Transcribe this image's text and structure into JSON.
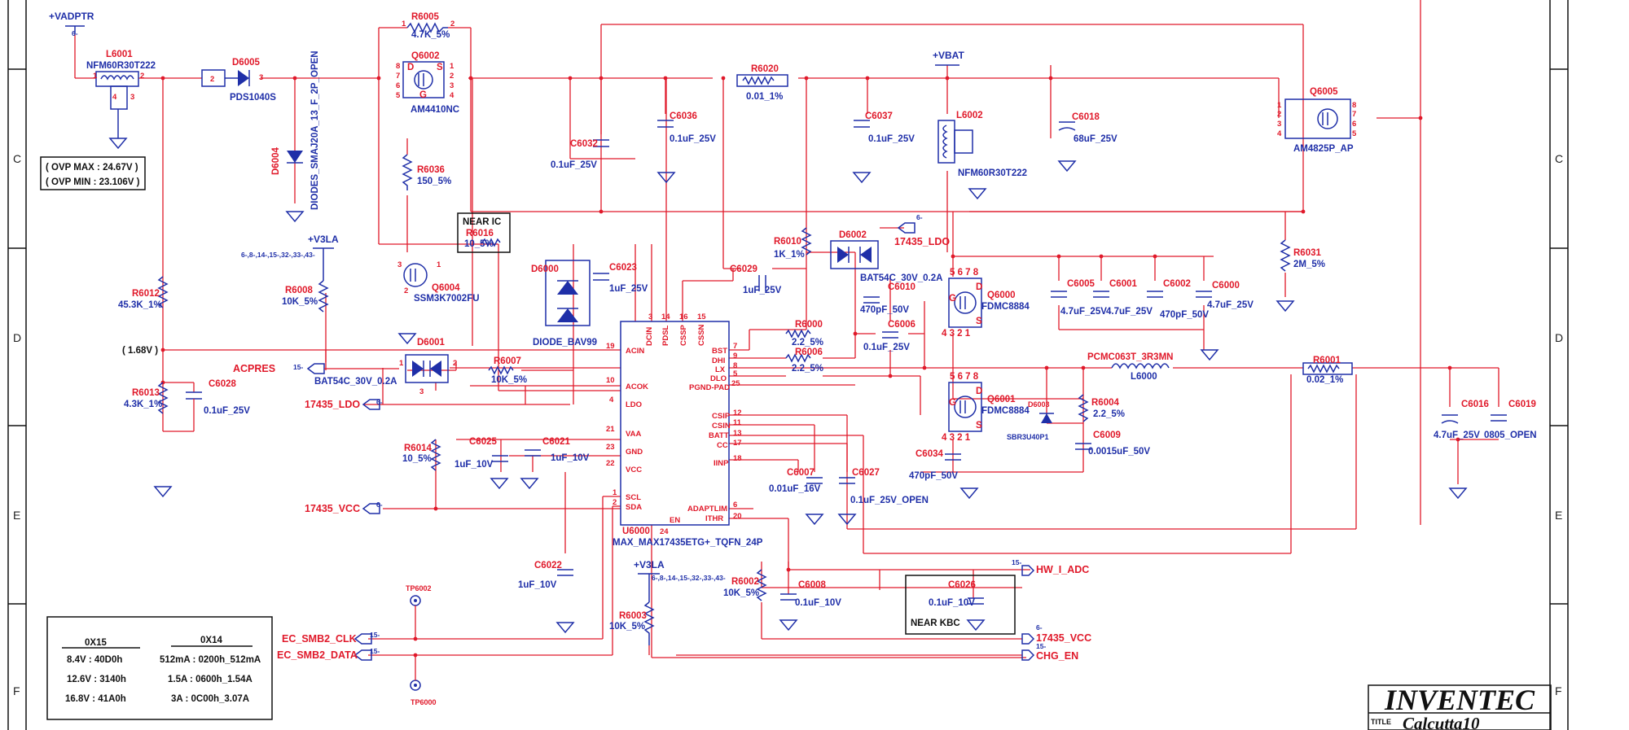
{
  "frame": {
    "zones_left": [
      "C",
      "D",
      "E",
      "F"
    ],
    "zones_right": [
      "C",
      "D",
      "E",
      "F"
    ]
  },
  "ovp": {
    "max": "( OVP MAX : 24.67V )",
    "min": "( OVP MIN : 23.106V )"
  },
  "nets": {
    "vadptr": "+VADPTR",
    "vbat": "+VBAT",
    "v3la_1": "+V3LA",
    "v3la_2": "+V3LA",
    "v3la_1_refs": "6-,8-,14-,15-,32-,33-,43-",
    "v3la_2_refs": "6-,8-,14-,15-,32-,33-,43-",
    "acpres": "ACPRES",
    "ldo": "17435_LDO",
    "vcc": "17435_VCC",
    "ldo2": "17435_LDO",
    "smb_clk": "EC_SMB2_CLK",
    "smb_data": "EC_SMB2_DATA",
    "hw_adc": "HW_I_ADC",
    "vcc2": "17435_VCC",
    "chg_en": "CHG_EN",
    "v168": "( 1.68V )"
  },
  "offpage": {
    "vadptr": "6-",
    "acpres": "15-",
    "ldo": "6-",
    "vcc": "6-",
    "smb_clk": "15-",
    "smb_data": "15-",
    "ldo2": "6-",
    "hw_adc": "15-",
    "vcc2": "6-",
    "chg_en": "15-"
  },
  "components": {
    "L6001": {
      "ref": "L6001",
      "val": "NFM60R30T222"
    },
    "D6005": {
      "ref": "D6005",
      "val": "PDS1040S"
    },
    "D6004": {
      "ref": "D6004",
      "val": "DIODES_SMAJ20A_13_F_2P_OPEN"
    },
    "R6005": {
      "ref": "R6005",
      "val": "4.7K_5%"
    },
    "Q6002": {
      "ref": "Q6002",
      "val": "AM4410NC"
    },
    "R6036": {
      "ref": "R6036",
      "val": "150_5%"
    },
    "R6016": {
      "ref": "R6016",
      "val": "10_5%",
      "note": "NEAR IC"
    },
    "Q6004": {
      "ref": "Q6004",
      "val": "SSM3K7002FU"
    },
    "R6012": {
      "ref": "R6012",
      "val": "45.3K_1%"
    },
    "R6013": {
      "ref": "R6013",
      "val": "4.3K_1%"
    },
    "C6028": {
      "ref": "C6028",
      "val": "0.1uF_25V"
    },
    "R6008": {
      "ref": "R6008",
      "val": "10K_5%"
    },
    "D6001": {
      "ref": "D6001",
      "val": "BAT54C_30V_0.2A"
    },
    "R6007": {
      "ref": "R6007",
      "val": "10K_5%"
    },
    "R6014": {
      "ref": "R6014",
      "val": "10_5%"
    },
    "C6025": {
      "ref": "C6025",
      "val": "1uF_10V"
    },
    "C6021": {
      "ref": "C6021",
      "val": "1uF_10V"
    },
    "C6022": {
      "ref": "C6022",
      "val": "1uF_10V"
    },
    "R6003": {
      "ref": "R6003",
      "val": "10K_5%"
    },
    "C6032": {
      "ref": "C6032",
      "val": "0.1uF_25V"
    },
    "C6036": {
      "ref": "C6036",
      "val": "0.1uF_25V"
    },
    "R6020": {
      "ref": "R6020",
      "val": "0.01_1%"
    },
    "D6000": {
      "ref": "D6000",
      "val": "DIODE_BAV99"
    },
    "C6023": {
      "ref": "C6023",
      "val": "1uF_25V"
    },
    "C6029": {
      "ref": "C6029",
      "val": "1uF_25V"
    },
    "C6037": {
      "ref": "C6037",
      "val": "0.1uF_25V"
    },
    "L6002": {
      "ref": "L6002",
      "val": "NFM60R30T222"
    },
    "C6018": {
      "ref": "C6018",
      "val": "68uF_25V"
    },
    "Q6005": {
      "ref": "Q6005",
      "val": "AM4825P_AP"
    },
    "R6010": {
      "ref": "R6010",
      "val": "1K_1%"
    },
    "D6002": {
      "ref": "D6002",
      "val": "BAT54C_30V_0.2A"
    },
    "C6010": {
      "ref": "C6010",
      "val": "470pF_50V"
    },
    "C6006": {
      "ref": "C6006",
      "val": "0.1uF_25V"
    },
    "R6000": {
      "ref": "R6000",
      "val": "2.2_5%"
    },
    "R6006": {
      "ref": "R6006",
      "val": "2.2_5%"
    },
    "Q6000": {
      "ref": "Q6000",
      "val": "FDMC8884"
    },
    "Q6001": {
      "ref": "Q6001",
      "val": "FDMC8884"
    },
    "C6005": {
      "ref": "C6005",
      "val": "4.7uF_25V"
    },
    "C6001": {
      "ref": "C6001",
      "val": "4.7uF_25V"
    },
    "C6002": {
      "ref": "C6002",
      "val": "470pF_50V"
    },
    "C6000": {
      "ref": "C6000",
      "val": "4.7uF_25V"
    },
    "R6031": {
      "ref": "R6031",
      "val": "2M_5%"
    },
    "L6000": {
      "ref": "L6000",
      "val": "PCMC063T_3R3MN"
    },
    "R6001": {
      "ref": "R6001",
      "val": "0.02_1%"
    },
    "D6003": {
      "ref": "D6003",
      "val": "SBR3U40P1"
    },
    "R6004": {
      "ref": "R6004",
      "val": "2.2_5%"
    },
    "C6009": {
      "ref": "C6009",
      "val": "0.0015uF_50V"
    },
    "C6034": {
      "ref": "C6034",
      "val": "470pF_50V"
    },
    "C6016": {
      "ref": "C6016",
      "val": "4.7uF_25V"
    },
    "C6019": {
      "ref": "C6019",
      "val": "0805_OPEN"
    },
    "C6007": {
      "ref": "C6007",
      "val": "0.01uF_16V"
    },
    "C6027": {
      "ref": "C6027",
      "val": "0.1uF_25V_OPEN"
    },
    "R6002": {
      "ref": "R6002",
      "val": "10K_5%"
    },
    "C6008": {
      "ref": "C6008",
      "val": "0.1uF_10V"
    },
    "C6026": {
      "ref": "C6026",
      "val": "0.1uF_10V",
      "note": "NEAR KBC"
    },
    "TP6002": {
      "ref": "TP6002"
    },
    "TP6000": {
      "ref": "TP6000"
    }
  },
  "ic": {
    "ref": "U6000",
    "part": "MAX_MAX17435ETG+_TQFN_24P",
    "left_pins": [
      {
        "num": "19",
        "name": "ACIN"
      },
      {
        "num": "10",
        "name": "ACOK"
      },
      {
        "num": "4",
        "name": "LDO"
      },
      {
        "num": "21",
        "name": "VAA"
      },
      {
        "num": "23",
        "name": "GND"
      },
      {
        "num": "22",
        "name": "VCC"
      },
      {
        "num": "1",
        "name": "SCL"
      },
      {
        "num": "2",
        "name": "SDA"
      }
    ],
    "top_pins": [
      {
        "num": "3",
        "name": "DCIN"
      },
      {
        "num": "14",
        "name": "PDSL"
      },
      {
        "num": "16",
        "name": "CSSP"
      },
      {
        "num": "15",
        "name": "CSSN"
      }
    ],
    "right_pins": [
      {
        "num": "7",
        "name": "BST"
      },
      {
        "num": "9",
        "name": "DHI"
      },
      {
        "num": "8",
        "name": "LX"
      },
      {
        "num": "5",
        "name": "DLO"
      },
      {
        "num": "25",
        "name": "PGND-PAD"
      },
      {
        "num": "12",
        "name": "CSIP"
      },
      {
        "num": "11",
        "name": "CSIN"
      },
      {
        "num": "13",
        "name": "BATT"
      },
      {
        "num": "17",
        "name": "CC"
      },
      {
        "num": "18",
        "name": "IINP"
      },
      {
        "num": "6",
        "name": "ADAPTLIM"
      },
      {
        "num": "20",
        "name": "ITHR"
      }
    ],
    "bottom_pin": {
      "num": "24",
      "name": "EN"
    }
  },
  "table": {
    "head1": "0X15",
    "head2": "0X14",
    "col1": [
      "8.4V : 40D0h",
      "12.6V : 3140h",
      "16.8V : 41A0h"
    ],
    "col2": [
      "512mA : 0200h_512mA",
      "1.5A : 0600h_1.54A",
      "3A : 0C00h_3.07A"
    ]
  },
  "title_block": {
    "company": "INVENTEC",
    "label": "TITLE",
    "title": "Calcutta10"
  }
}
